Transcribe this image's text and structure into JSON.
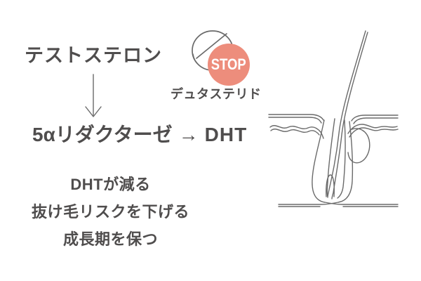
{
  "colors": {
    "background": "#ffffff",
    "text": "#4f4d4d",
    "line_art": "#6a6a6a",
    "stop_circle_fill": "#ed8d7c",
    "stop_text": "#ffffff"
  },
  "flow": {
    "source_hormone": "テストステロン",
    "enzyme": "5αリダクターゼ",
    "arrow": "→",
    "product": "DHT"
  },
  "inhibitor": {
    "stop_label": "STOP",
    "drug_name": "デュタステリド"
  },
  "effects": [
    "DHTが減る",
    "抜け毛リスクを下げる",
    "成長期を保つ"
  ],
  "icons": {
    "pill": "round-tablet-with-score-line",
    "down_arrow": "thin-vertical-arrow",
    "illustration": "hair-follicle-cross-section"
  }
}
